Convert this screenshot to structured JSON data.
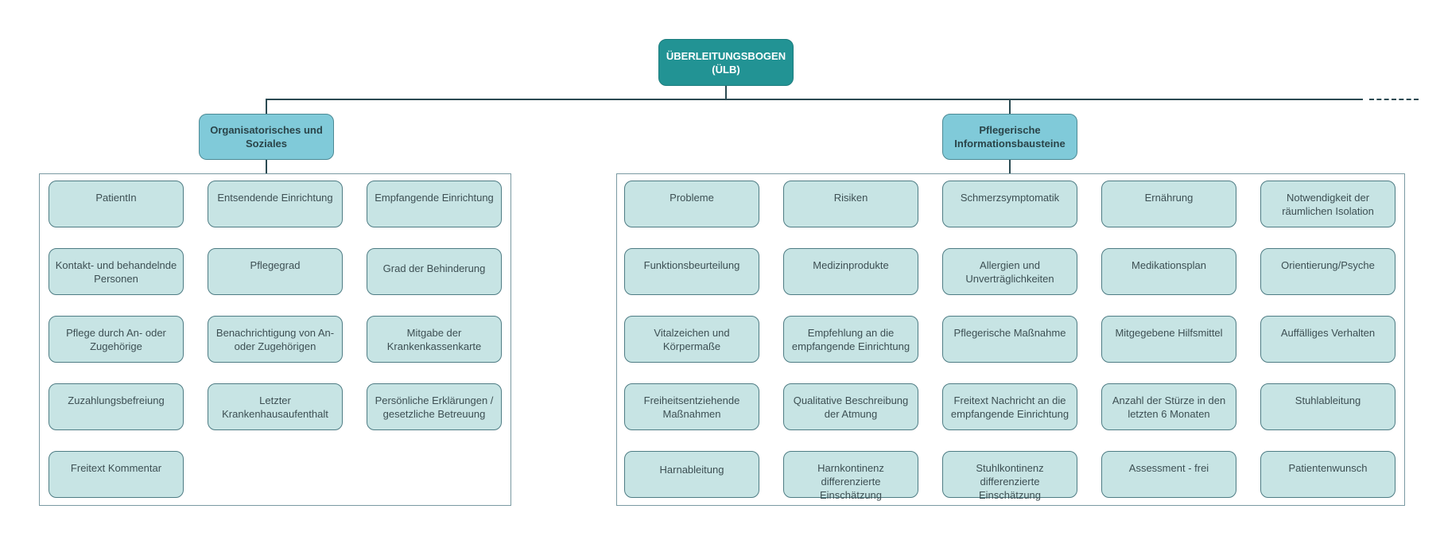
{
  "root": {
    "title": "ÜBERLEITUNGSBOGEN\n(ÜLB)"
  },
  "left": {
    "title": "Organisatorisches und Soziales",
    "items": [
      "PatientIn",
      "Entsendende Einrichtung",
      "Empfangende Einrichtung",
      "Kontakt- und behandelnde Personen",
      "Pflegegrad",
      "Grad der Behinderung",
      "Pflege durch An- oder Zugehörige",
      "Benachrichtigung von An- oder Zugehörigen",
      "Mitgabe der Krankenkassenkarte",
      "Zuzahlungsbefreiung",
      "Letzter Krankenhausaufenthalt",
      "Persönliche Erklärungen / gesetzliche Betreuung",
      "Freitext Kommentar"
    ]
  },
  "right": {
    "title": "Pflegerische Informationsbausteine",
    "items": [
      "Probleme",
      "Risiken",
      "Schmerzsymptomatik",
      "Ernährung",
      "Notwendigkeit der räumlichen Isolation",
      "Funktionsbeurteilung",
      "Medizinprodukte",
      "Allergien und Unverträglichkeiten",
      "Medikationsplan",
      "Orientierung/Psyche",
      "Vitalzeichen und Körpermaße",
      "Empfehlung an die empfangende Einrichtung",
      "Pflegerische Maßnahme",
      "Mitgegebene Hilfsmittel",
      "Auffälliges Verhalten",
      "Freiheitsentziehende Maßnahmen",
      "Qualitative Beschreibung der Atmung",
      "Freitext Nachricht an die empfangende Einrichtung",
      "Anzahl der Stürze in den letzten 6 Monaten",
      "Stuhlableitung",
      "Harnableitung",
      "Harnkontinenz differenzierte Einschätzung",
      "Stuhlkontinenz differenzierte Einschätzung",
      "Assessment - frei",
      "Patientenwunsch"
    ]
  }
}
